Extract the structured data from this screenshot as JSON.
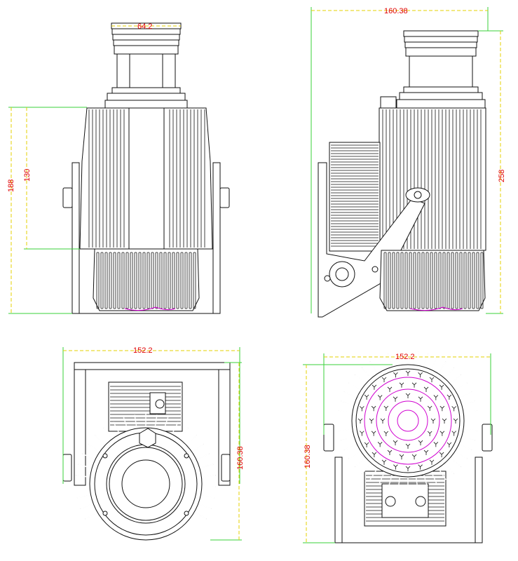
{
  "dimensions": {
    "front_top_width": "64.2",
    "front_height_total": "188",
    "front_height_body": "130",
    "side_width": "160.38",
    "side_height": "258",
    "top_width": "152.2",
    "top_height": "160.38",
    "bottom_width": "152.2",
    "bottom_height": "160.38"
  },
  "colors": {
    "dimension_text": "#e00000",
    "extension_line": "#3ad13a",
    "dimension_line": "#e6d200",
    "highlight": "#d000d0",
    "outline": "#111111"
  }
}
